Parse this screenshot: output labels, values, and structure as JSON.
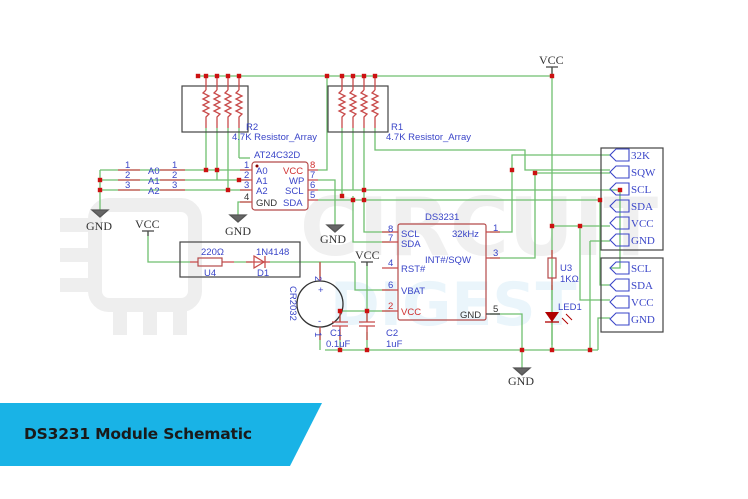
{
  "caption": {
    "title": "DS3231 Module Schematic",
    "banner_color": "#19b3e6"
  },
  "watermark": {
    "text_top": "CIRCUIT",
    "text_bottom": "DIGEST"
  },
  "colors": {
    "wire": "#6fbf6f",
    "junction": "#cc1111",
    "pin": "#c84a4a",
    "label": "#3a45c8"
  },
  "power": {
    "vcc": "VCC",
    "gnd": "GND"
  },
  "address_jumpers": [
    {
      "pin_left": "1",
      "name": "A0",
      "pin_right": "1"
    },
    {
      "pin_left": "2",
      "name": "A1",
      "pin_right": "2"
    },
    {
      "pin_left": "3",
      "name": "A2",
      "pin_right": "3"
    }
  ],
  "resistor_arrays": [
    {
      "ref": "R2",
      "value": "4.7K Resistor_Array"
    },
    {
      "ref": "R1",
      "value": "4.7K Resistor_Array"
    }
  ],
  "eeprom": {
    "part": "AT24C32D",
    "left_pins": [
      {
        "num": "1",
        "name": "A0"
      },
      {
        "num": "2",
        "name": "A1"
      },
      {
        "num": "3",
        "name": "A2"
      },
      {
        "num": "4",
        "name": "GND"
      }
    ],
    "right_pins": [
      {
        "num": "8",
        "name": "VCC"
      },
      {
        "num": "7",
        "name": "WP"
      },
      {
        "num": "6",
        "name": "SCL"
      },
      {
        "num": "5",
        "name": "SDA"
      }
    ]
  },
  "rtc": {
    "part": "DS3231",
    "left_pins": [
      {
        "num": "8",
        "name": "SCL"
      },
      {
        "num": "7",
        "name": "SDA"
      },
      {
        "num": "4",
        "name": "RST#"
      },
      {
        "num": "6",
        "name": "VBAT"
      },
      {
        "num": "2",
        "name": "VCC"
      }
    ],
    "right_pins": [
      {
        "num": "1",
        "name": "32kHz"
      },
      {
        "num": "3",
        "name": "INT#/SQW"
      },
      {
        "num": "5",
        "name": "GND"
      }
    ]
  },
  "charging_circuit": {
    "resistor_value": "220Ω",
    "resistor_ref": "U4",
    "diode_part": "1N4148",
    "diode_ref": "D1"
  },
  "battery": {
    "part": "CR2032",
    "pin_plus": "2",
    "pin_minus": "1",
    "plus_sign": "+",
    "minus_sign": "-"
  },
  "capacitors": [
    {
      "ref": "C1",
      "value": "0.1uF"
    },
    {
      "ref": "C2",
      "value": "1uF"
    }
  ],
  "led_circuit": {
    "resistor_ref": "U3",
    "resistor_value": "1KΩ",
    "led_ref": "LED1"
  },
  "connectors": [
    {
      "id": "J1",
      "pins": [
        "32K",
        "SQW",
        "SCL",
        "SDA",
        "VCC",
        "GND"
      ]
    },
    {
      "id": "J2",
      "pins": [
        "SCL",
        "SDA",
        "VCC",
        "GND"
      ]
    }
  ]
}
